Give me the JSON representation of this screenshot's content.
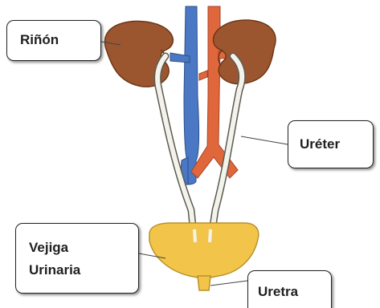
{
  "labels": {
    "kidney": "Riñón",
    "ureter": "Uréter",
    "bladder_line1": "Vejiga",
    "bladder_line2": "Urinaria",
    "urethra": "Uretra"
  },
  "colors": {
    "kidney": "#9b5630",
    "kidney_dark": "#6e3616",
    "vein": "#4a78c4",
    "artery": "#e0663c",
    "bladder": "#f2c54a",
    "bladder_outline": "#b9912a",
    "ureter_tube": "#f3f3ec",
    "ureter_outline": "#5b5b52",
    "leader": "#444444"
  }
}
